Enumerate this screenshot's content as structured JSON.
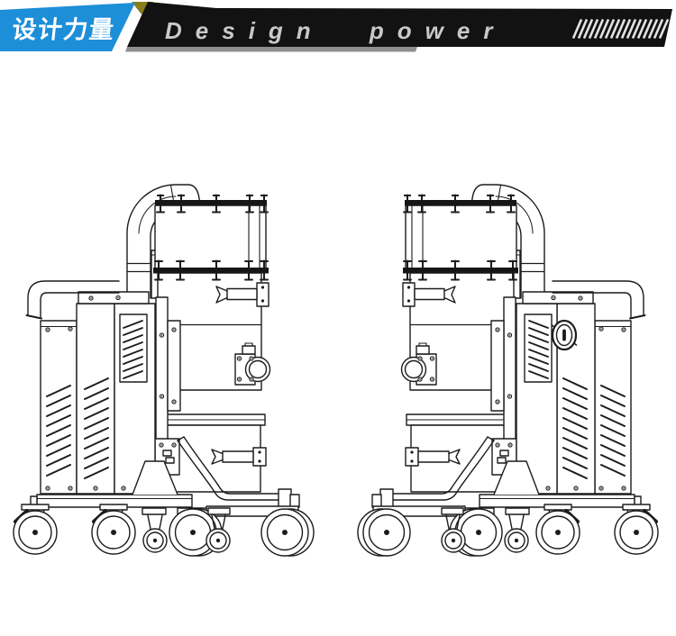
{
  "page": {
    "background": "#ffffff"
  },
  "header": {
    "cn_title": "设计力量",
    "en_title": "Design power",
    "hatch_count": 17,
    "colors": {
      "badge_blue": "#1d8ed8",
      "fold_olive": "#8a7d1e",
      "banner_black": "#121212",
      "banner_shadow": "#8f8f8f",
      "en_text": "#c9c9c9",
      "hatch": "#e3e3e3"
    }
  },
  "figure": {
    "subject": "Industrial vacuum cleaner — technical line drawing, two mirrored side views",
    "views": [
      {
        "label": "left side view"
      },
      {
        "label": "right side view with power knob"
      }
    ],
    "line_color": "#1c1c1c",
    "wheels_per_machine": 6
  }
}
